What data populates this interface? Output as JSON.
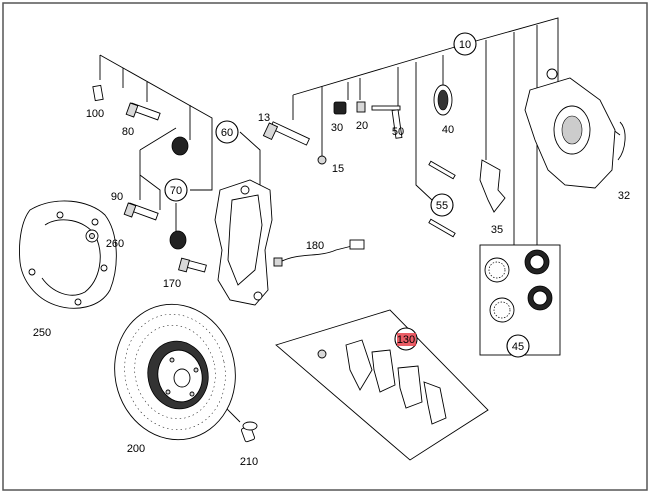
{
  "labels": {
    "p10": "10",
    "p100": "100",
    "p80": "80",
    "p60": "60",
    "p13": "13",
    "p30": "30",
    "p20": "20",
    "p50": "50",
    "p40": "40",
    "p15": "15",
    "p90": "90",
    "p70": "70",
    "p260": "260",
    "p170": "170",
    "p180": "180",
    "p55": "55",
    "p35": "35",
    "p32": "32",
    "p250": "250",
    "p200": "200",
    "p210": "210",
    "p130": "130",
    "p45": "45"
  },
  "colors": {
    "highlight": "#e8414b",
    "line": "#000000",
    "frame": "#555555"
  }
}
